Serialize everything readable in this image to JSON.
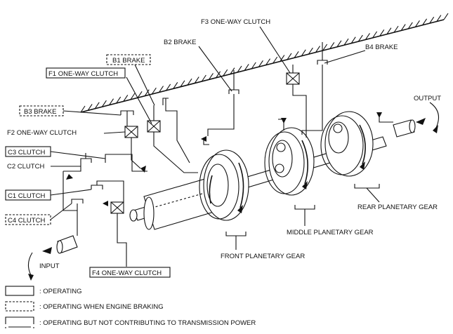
{
  "labels": {
    "f3_one_way_clutch": "F3 ONE-WAY CLUTCH",
    "b2_brake": "B2 BRAKE",
    "b4_brake": "B4 BRAKE",
    "b1_brake": "B1 BRAKE",
    "f1_one_way_clutch": "F1 ONE-WAY CLUTCH",
    "b3_brake": "B3 BRAKE",
    "f2_one_way_clutch": "F2 ONE-WAY CLUTCH",
    "c3_clutch": "C3 CLUTCH",
    "c2_clutch": "C2 CLUTCH",
    "c1_clutch": "C1 CLUTCH",
    "c4_clutch": "C4 CLUTCH",
    "output": "OUTPUT",
    "input": "INPUT",
    "f4_one_way_clutch": "F4 ONE-WAY CLUTCH",
    "front_planetary_gear": "FRONT PLANETARY GEAR",
    "middle_planetary_gear": "MIDDLE PLANETARY GEAR",
    "rear_planetary_gear": "REAR PLANETARY GEAR"
  },
  "legend": [
    {
      "style": "solid",
      "text": ": OPERATING"
    },
    {
      "style": "dashed",
      "text": ": OPERATING WHEN ENGINE BRAKING"
    },
    {
      "style": "open",
      "text": ": OPERATING BUT NOT CONTRIBUTING TO TRANSMISSION POWER"
    }
  ]
}
